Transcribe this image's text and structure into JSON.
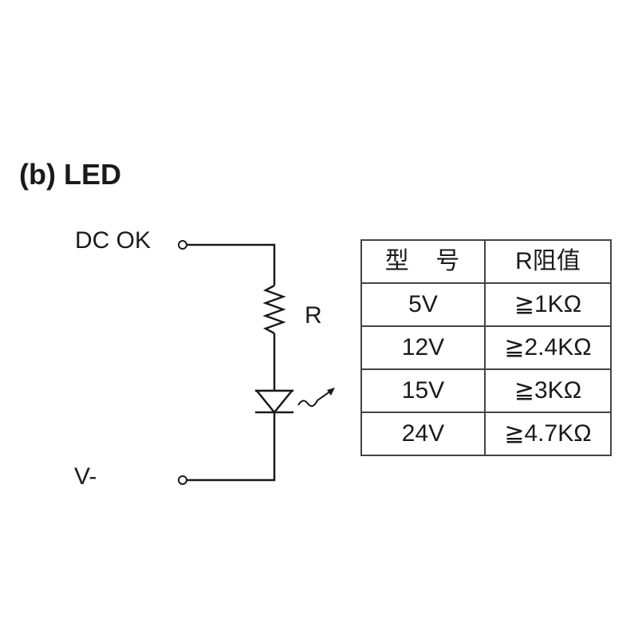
{
  "diagram": {
    "title": "(b) LED",
    "terminals": {
      "top": "DC OK",
      "bottom": "V-"
    },
    "resistor_label": "R"
  },
  "table": {
    "headers": [
      "型 号",
      "R阻值"
    ],
    "rows": [
      {
        "model": "5V",
        "r": "≧1KΩ"
      },
      {
        "model": "12V",
        "r": "≧2.4KΩ"
      },
      {
        "model": "15V",
        "r": "≧3KΩ"
      },
      {
        "model": "24V",
        "r": "≧4.7KΩ"
      }
    ]
  },
  "colors": {
    "line": "#1a1a1a",
    "background": "#ffffff"
  }
}
